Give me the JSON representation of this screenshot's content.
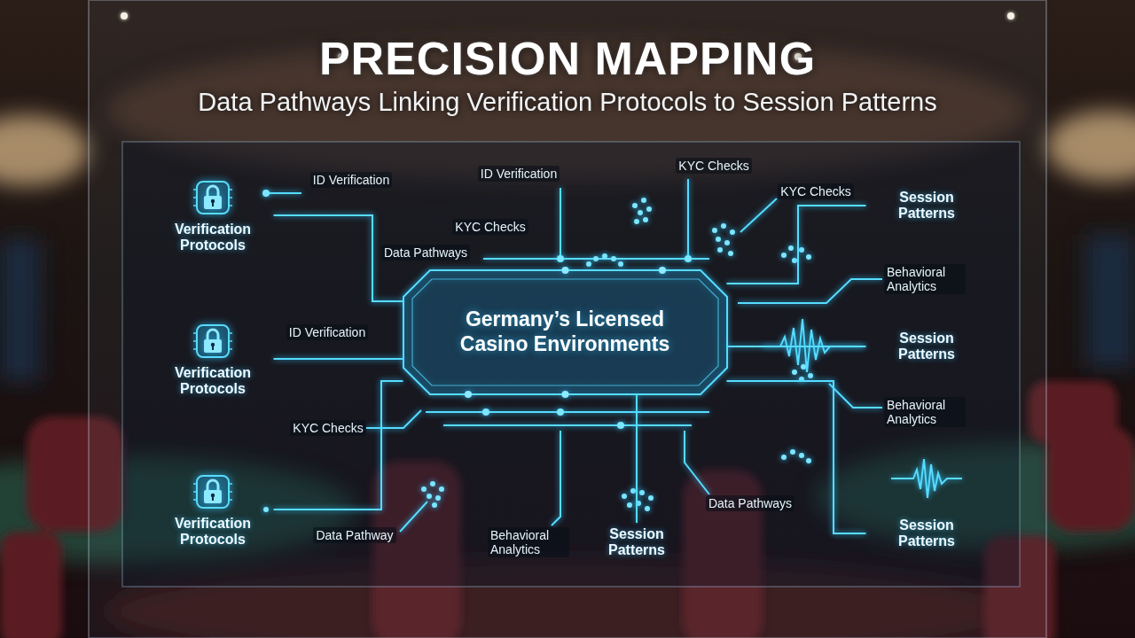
{
  "diagram": {
    "title": "PRECISION MAPPING",
    "caption": "Data Pathways Linking Verification Protocols to Session Patterns",
    "nodes": [
      {
        "text": [
          "Verification Protocols"
        ]
      },
      {
        "text": [
          "Session Patterns"
        ]
      },
      {
        "text": [
          "Germany’s Licensed Casino Environments"
        ]
      },
      {
        "text": [
          "Verification Protocols"
        ]
      },
      {
        "text": [
          "Session Patterns"
        ]
      },
      {
        "text": [
          "Verification Protocols"
        ]
      },
      {
        "text": [
          "Session Patterns"
        ]
      },
      {
        "text": [
          "Session Patterns"
        ]
      }
    ],
    "edges": [
      {
        "from": 0,
        "to": 2,
        "arrow": "none"
      },
      {
        "from": 3,
        "to": 2,
        "arrow": "none"
      },
      {
        "from": 5,
        "to": 2,
        "arrow": "none"
      },
      {
        "from": 2,
        "to": 1,
        "arrow": "none"
      },
      {
        "from": 2,
        "to": 4,
        "arrow": "none"
      },
      {
        "from": 2,
        "to": 6,
        "arrow": "none"
      },
      {
        "from": 2,
        "to": 7,
        "arrow": "none"
      }
    ],
    "labels": [
      "KYC Checks",
      "ID Verification",
      "ID Verification",
      "KYC Checks",
      "KYC Checks",
      "Data Pathways",
      "Behavioral Analytics",
      "ID Verification",
      "Behavioral Analytics",
      "KYC Checks",
      "Data Pathways",
      "Data Pathway",
      "Behavioral Analytics"
    ]
  }
}
